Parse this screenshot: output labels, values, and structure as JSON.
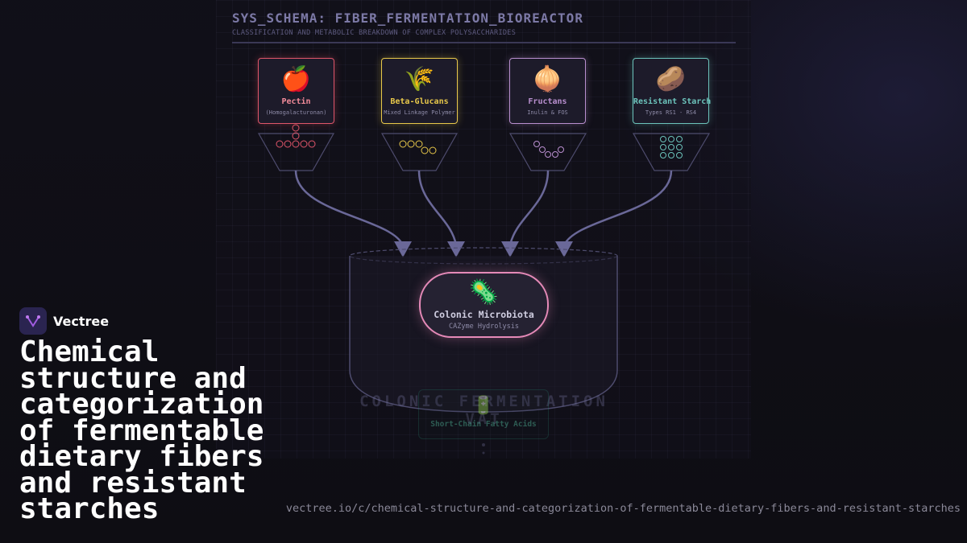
{
  "schema": {
    "title": "SYS_SCHEMA: FIBER_FERMENTATION_BIOREACTOR",
    "subtitle": "CLASSIFICATION AND METABOLIC BREAKDOWN OF COMPLEX POLYSACCHARIDES"
  },
  "fibers": [
    {
      "emoji": "🍎",
      "name": "Pectin",
      "desc": "(Homogalacturonan)",
      "color": "#e0566a",
      "icon": "apple-icon"
    },
    {
      "emoji": "🌾",
      "name": "Beta-Glucans",
      "desc": "Mixed Linkage Polymer",
      "color": "#e8c84a",
      "icon": "wheat-icon"
    },
    {
      "emoji": "🧅",
      "name": "Fructans",
      "desc": "Inulin & FOS",
      "color": "#b98fcf",
      "icon": "onion-icon"
    },
    {
      "emoji": "🥔",
      "name": "Resistant Starch",
      "desc": "Types RS1 - RS4",
      "color": "#6cc3bb",
      "icon": "potato-icon"
    }
  ],
  "vat": {
    "label": "COLONIC FERMENTATION VAT"
  },
  "microbiota": {
    "emoji": "🦠",
    "name": "Colonic Microbiota",
    "desc": "CAZyme Hydrolysis",
    "color": "#e58ab8",
    "icon": "microbe-icon"
  },
  "scfa": {
    "emoji": "🔋",
    "name": "Short-Chain Fatty Acids",
    "color": "#4fb89a",
    "icon": "battery-icon"
  },
  "brand": {
    "name": "Vectree",
    "icon": "vectree-logo-icon"
  },
  "headline": "Chemical structure and categorization of fermentable dietary fibers and resistant starches",
  "url": "vectree.io/c/chemical-structure-and-categorization-of-fermentable-dietary-fibers-and-resistant-starches",
  "colors": {
    "flow": "#6a6898",
    "background": "#0e0d13"
  }
}
